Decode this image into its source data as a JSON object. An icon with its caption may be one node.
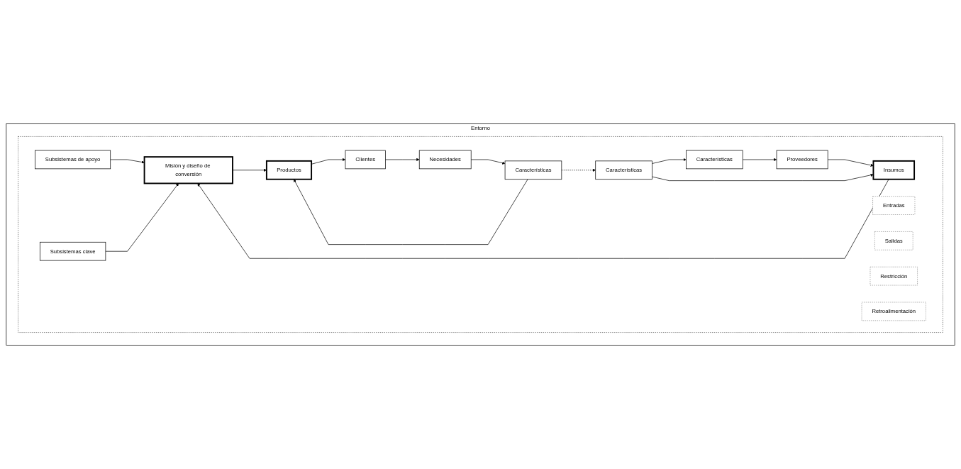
{
  "diagram": {
    "nodes": [
      {
        "text": [
          "Entorno"
        ]
      },
      {
        "text": [],
        "shape": "box",
        "in": 0
      },
      {
        "text": [
          "Subsistemas de apoyo"
        ],
        "in": 1
      },
      {
        "text": [
          "Entradas"
        ],
        "in": 1
      },
      {
        "text": [
          "Salidas"
        ],
        "in": 1
      },
      {
        "text": [
          "Proveedores"
        ],
        "in": 1
      },
      {
        "text": [
          "Insumos"
        ],
        "in": 1
      },
      {
        "text": [
          "Misión y diseño de conversión"
        ],
        "in": 1
      },
      {
        "text": [
          "Productos"
        ],
        "in": 1
      },
      {
        "text": [
          "Clientes"
        ],
        "in": 1
      },
      {
        "text": [
          "Restricción"
        ],
        "in": 1
      },
      {
        "text": [
          "Características"
        ],
        "in": 1
      },
      {
        "text": [
          "Características"
        ],
        "in": 1
      },
      {
        "text": [
          "Subsistemas clave"
        ],
        "in": 1
      },
      {
        "text": [
          "Características"
        ],
        "in": 1
      },
      {
        "text": [
          "Necesidades"
        ],
        "in": 1
      },
      {
        "text": [
          "Retroalimentación"
        ],
        "in": 1
      }
    ],
    "edges": [
      {
        "from": 5,
        "to": 6,
        "arrow": "to"
      },
      {
        "from": 6,
        "to": 7,
        "arrow": "to"
      },
      {
        "from": 2,
        "to": 7,
        "arrow": "to"
      },
      {
        "from": 13,
        "to": 7,
        "arrow": "to"
      },
      {
        "from": 7,
        "to": 8,
        "arrow": "to"
      },
      {
        "from": 8,
        "to": 9,
        "arrow": "to"
      },
      {
        "from": 9,
        "to": 15,
        "arrow": "to"
      },
      {
        "from": 15,
        "to": 14,
        "arrow": "to"
      },
      {
        "from": 14,
        "to": 8,
        "arrow": "to"
      },
      {
        "from": 12,
        "to": 11,
        "arrow": "to"
      },
      {
        "from": 12,
        "to": 6,
        "arrow": "to"
      },
      {
        "from": 11,
        "to": 5,
        "arrow": "to"
      },
      {
        "from": 14,
        "to": 12,
        "arrow": "to",
        "style": "dashed"
      }
    ]
  }
}
